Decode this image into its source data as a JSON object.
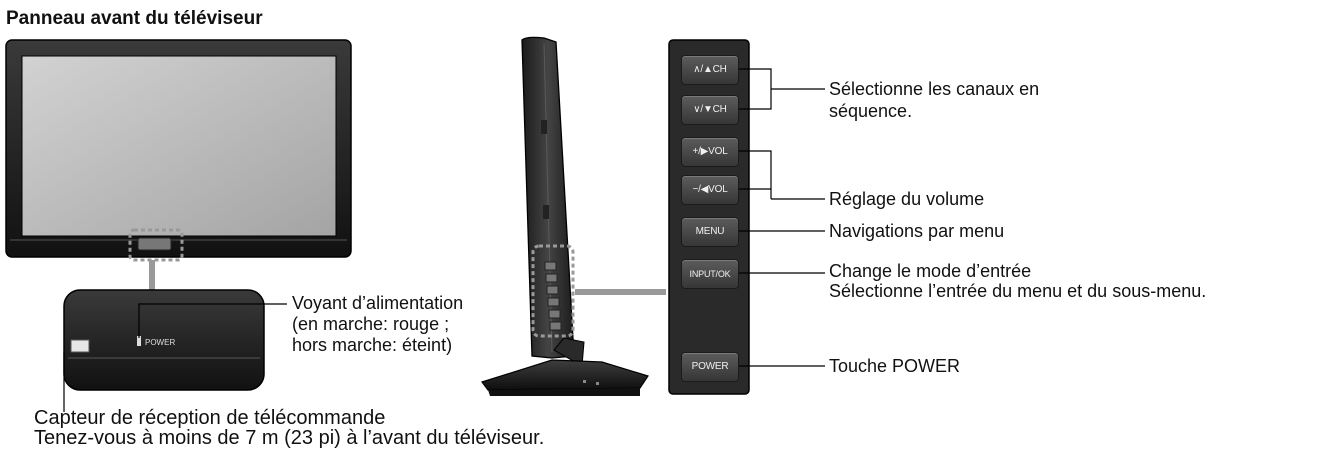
{
  "title": "Panneau avant du téléviseur",
  "buttons": {
    "ch_up": "∧/▲CH",
    "ch_down": "∨/▼CH",
    "vol_up": "+/▶VOL",
    "vol_down": "−/◀VOL",
    "menu": "MENU",
    "input": "INPUT/OK",
    "power": "POWER"
  },
  "front_panel": {
    "power_led_label": "POWER"
  },
  "labels": {
    "channels_line1": "Sélectionne les canaux en",
    "channels_line2": "séquence.",
    "volume": "Réglage du volume",
    "menu": "Navigations par menu",
    "input_line1": "Change le mode d’entrée",
    "input_line2": "Sélectionne l’entrée du menu et du sous-menu.",
    "power": "Touche POWER",
    "led_line1": "Voyant d’alimentation",
    "led_line2": "(en marche: rouge ;",
    "led_line3": "hors marche: éteint)",
    "sensor_line1": "Capteur de réception de télécommande",
    "sensor_line2": "Tenez-vous à moins de 7 m (23 pi) à l’avant du téléviseur."
  }
}
